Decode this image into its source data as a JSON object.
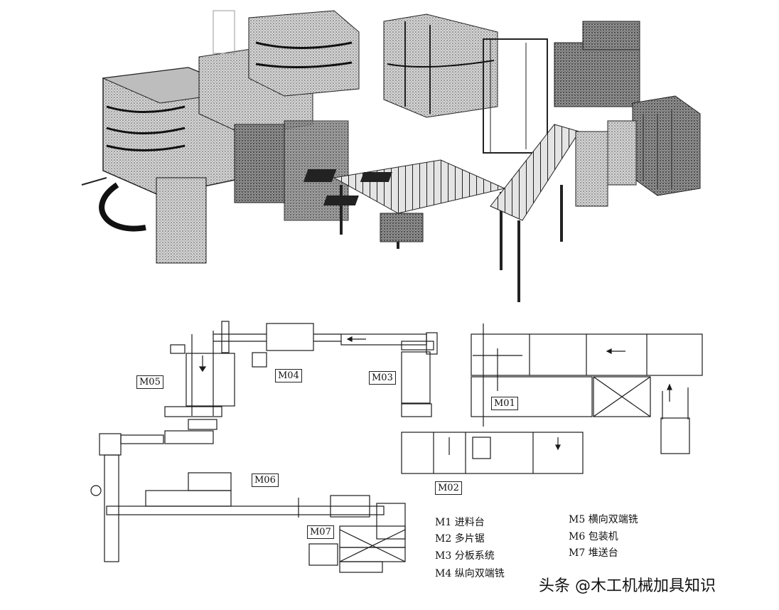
{
  "machine_labels": {
    "m01": "M01",
    "m02": "M02",
    "m03": "M03",
    "m04": "M04",
    "m05": "M05",
    "m06": "M06",
    "m07": "M07"
  },
  "legend": [
    "M1 进料台",
    "M2 多片锯",
    "M3 分板系统",
    "M4 纵向双端铣",
    "M5 横向双端铣",
    "M6 包装机",
    "M7 堆送台"
  ],
  "watermark": "头条 @木工机械加具知识",
  "colors": {
    "ink": "#1a1a1a",
    "paper": "#ffffff",
    "shade": "#8a8a8a"
  }
}
